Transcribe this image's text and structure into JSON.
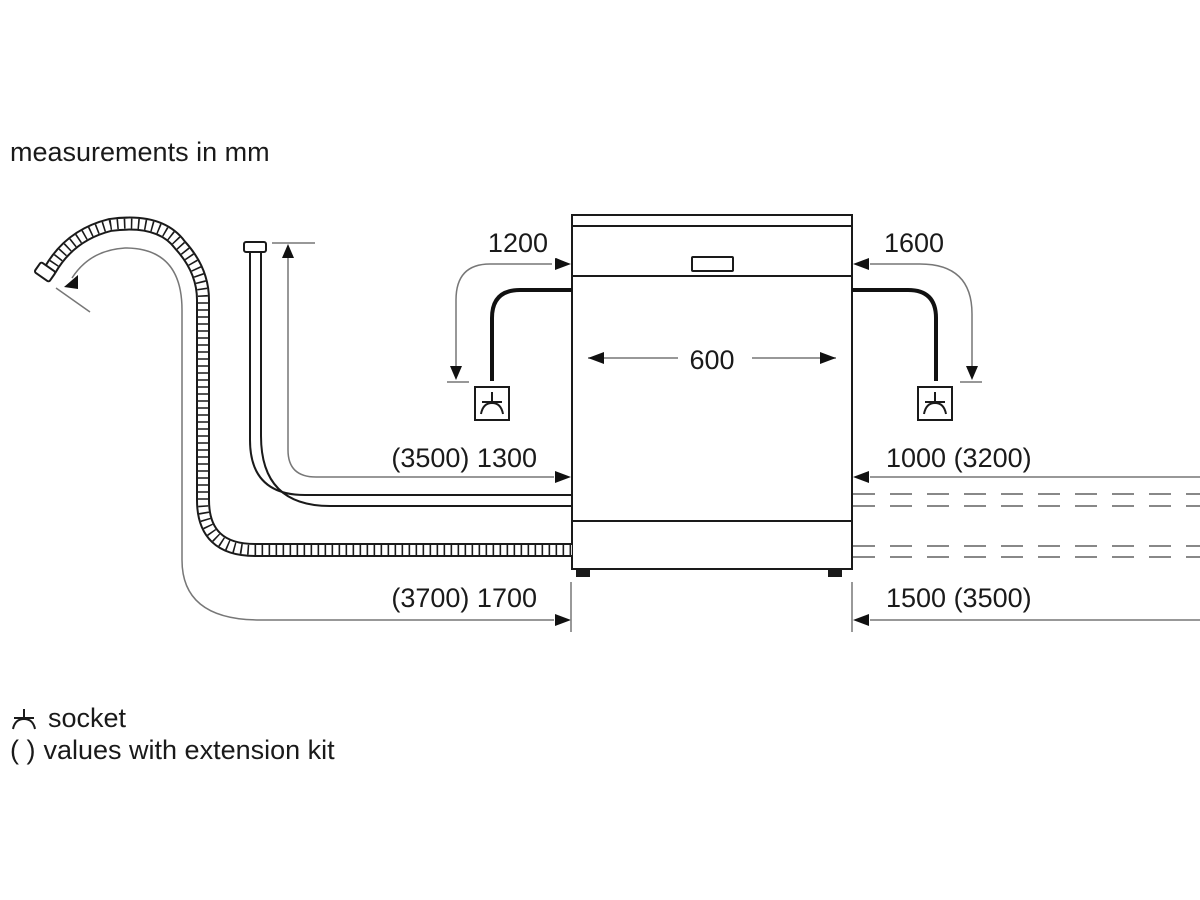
{
  "title": "measurements in mm",
  "dimensions": {
    "width": "600",
    "power_left": "1200",
    "power_right": "1600",
    "inlet_left": "(3500) 1300",
    "inlet_right": "1000 (3200)",
    "drain_left": "(3700) 1700",
    "drain_right": "1500 (3500)"
  },
  "legend": {
    "socket_label": "socket",
    "extension_symbol": "( )",
    "extension_label": "values with extension kit"
  },
  "colors": {
    "line": "#1a1a1a",
    "dimension_line": "#808080",
    "background": "#ffffff"
  }
}
